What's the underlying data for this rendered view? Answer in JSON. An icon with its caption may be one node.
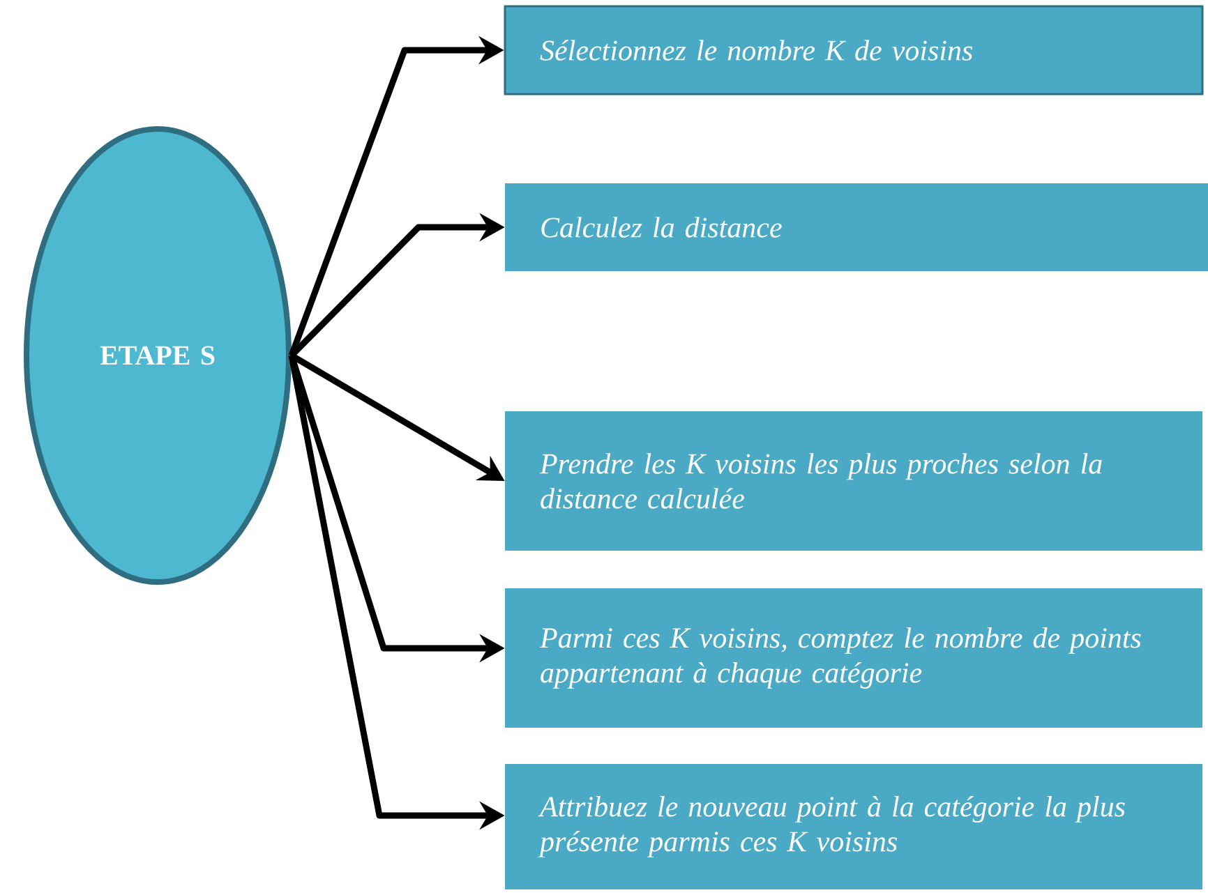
{
  "diagram": {
    "nodes": [
      {
        "text": [
          "ETAPE S"
        ]
      },
      {
        "text": [
          "Sélectionnez le nombre K de voisins"
        ]
      },
      {
        "text": [
          "Calculez la distance"
        ]
      },
      {
        "text": [
          "Prendre les K voisins les plus proches selon la distance calculée"
        ]
      },
      {
        "text": [
          "Parmi ces K voisins, comptez le nombre de points appartenant à chaque catégorie"
        ]
      },
      {
        "text": [
          "Attribuez le nouveau point à la catégorie la plus présente parmis ces K voisins"
        ]
      }
    ],
    "edges": [
      {
        "from": 0,
        "to": 1,
        "arrow": "to"
      },
      {
        "from": 0,
        "to": 2,
        "arrow": "to"
      },
      {
        "from": 0,
        "to": 3,
        "arrow": "to"
      },
      {
        "from": 0,
        "to": 4,
        "arrow": "to"
      },
      {
        "from": 0,
        "to": 5,
        "arrow": "to"
      }
    ]
  }
}
